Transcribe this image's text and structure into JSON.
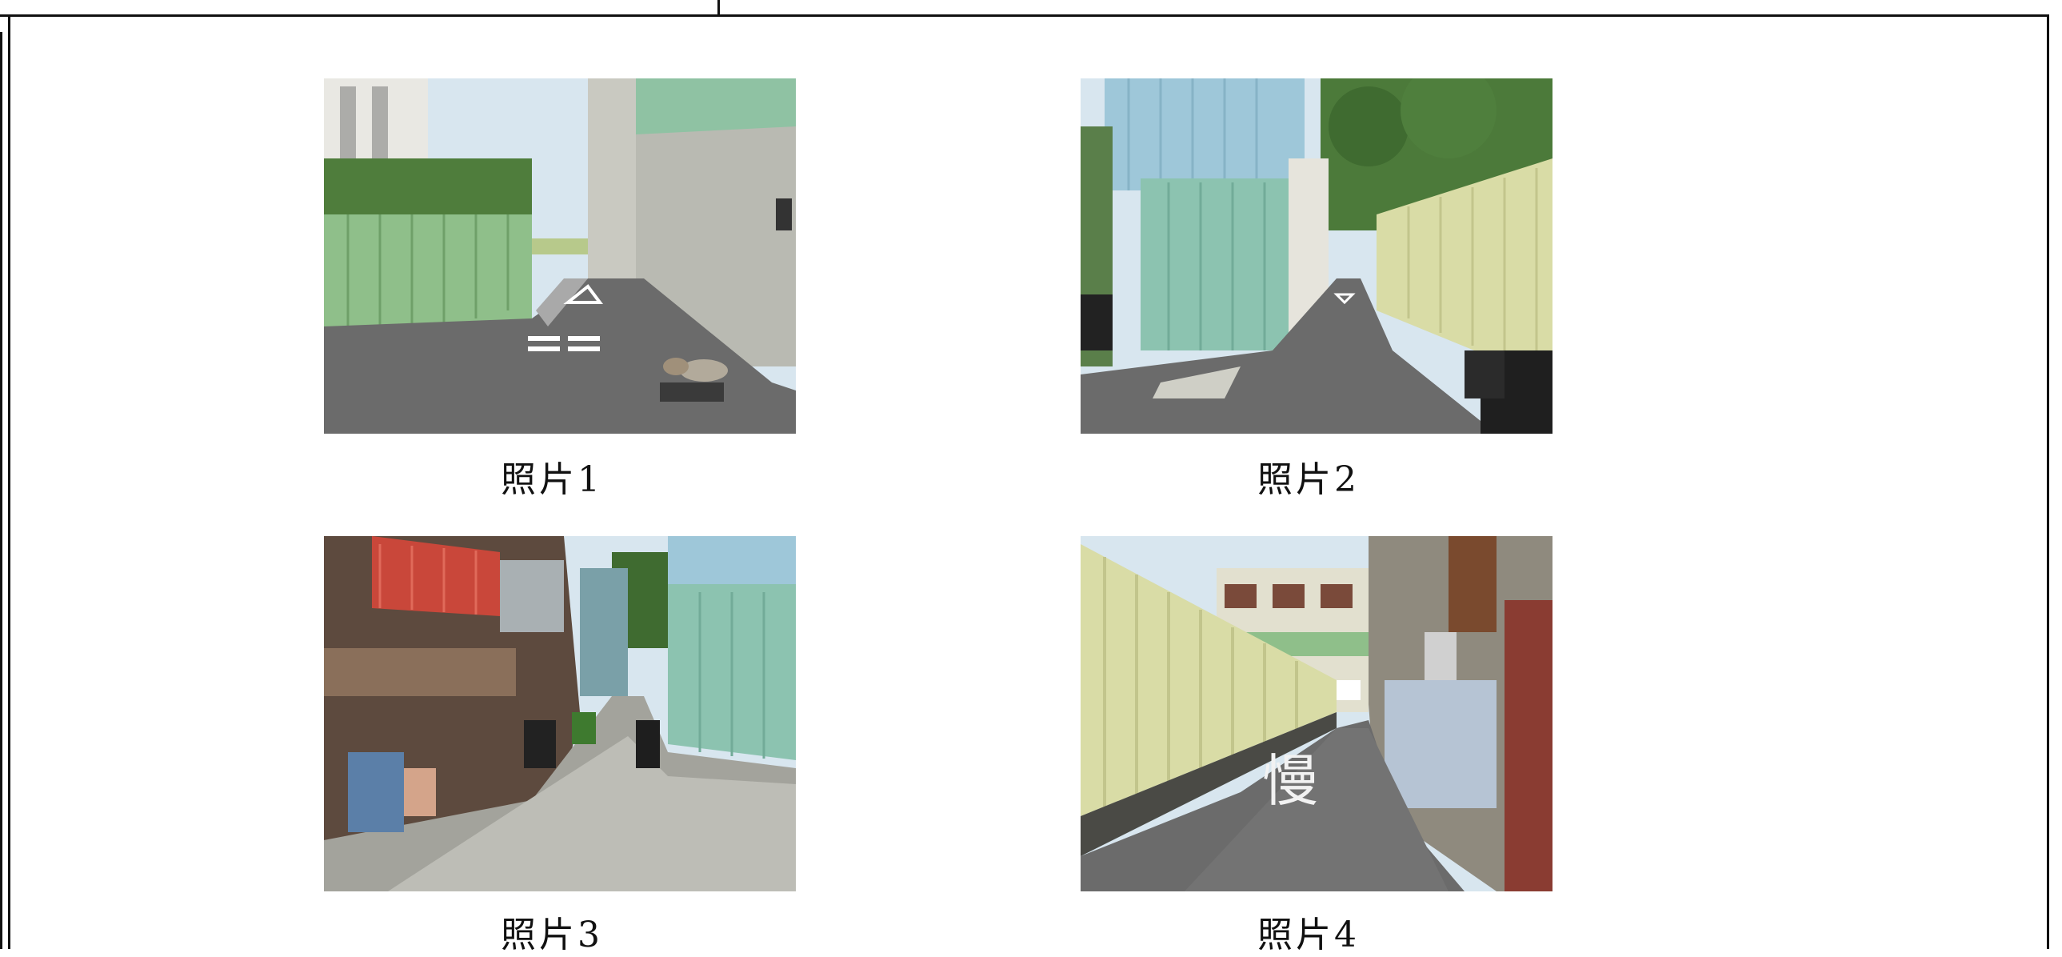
{
  "photos": [
    {
      "caption": "照片1",
      "subject": "alley-entrance-green-fence-photo"
    },
    {
      "caption": "照片2",
      "subject": "alley-metal-warehouse-photo"
    },
    {
      "caption": "照片3",
      "subject": "residential-alley-scooters-photo"
    },
    {
      "caption": "照片4",
      "subject": "narrow-lane-slow-marking-photo"
    }
  ],
  "road_marking": "慢",
  "colors": {
    "border": "#111111",
    "sheet_metal_green": "#8fbf8a",
    "warehouse_teal": "#8cc3b0",
    "fence_yellow": "#d9dca6",
    "asphalt": "#6b6b6b",
    "sky": "#d8e6ef"
  }
}
